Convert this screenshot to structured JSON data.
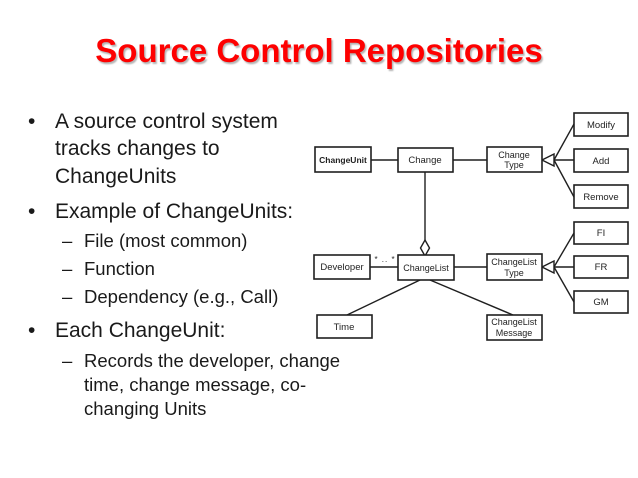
{
  "slide": {
    "title": "Source Control Repositories"
  },
  "colors": {
    "title_red": "#FE0000",
    "change_unit_fill": "#FAC090",
    "box_border": "#1F1F1F",
    "text_black": "#1A1A1A"
  },
  "bullets": {
    "bullet_char": "•",
    "dash_char": "–",
    "items": [
      {
        "level": 1,
        "text": "A source control system tracks changes to ChangeUnits"
      },
      {
        "level": 1,
        "text": "Example of ChangeUnits:"
      },
      {
        "level": 2,
        "text": "File (most common)"
      },
      {
        "level": 2,
        "text": "Function"
      },
      {
        "level": 2,
        "text": "Dependency (e.g., Call)"
      },
      {
        "level": 1,
        "text": "Each ChangeUnit:"
      },
      {
        "level": 2,
        "text": "Records the developer, change time, change message, co-changing Units"
      }
    ]
  },
  "diagram": {
    "multiplicity": "* .. *",
    "nodes": {
      "change_unit": {
        "label": "ChangeUnit"
      },
      "change": {
        "label": "Change"
      },
      "change_type": {
        "line1": "Change",
        "line2": "Type"
      },
      "modify": {
        "label": "Modify"
      },
      "add": {
        "label": "Add"
      },
      "remove": {
        "label": "Remove"
      },
      "developer": {
        "label": "Developer"
      },
      "change_list": {
        "label": "ChangeList"
      },
      "change_list_type": {
        "line1": "ChangeList",
        "line2": "Type"
      },
      "fi": {
        "label": "FI"
      },
      "fr": {
        "label": "FR"
      },
      "gm": {
        "label": "GM"
      },
      "time": {
        "label": "Time"
      },
      "change_list_message": {
        "line1": "ChangeList",
        "line2": "Message"
      }
    }
  }
}
